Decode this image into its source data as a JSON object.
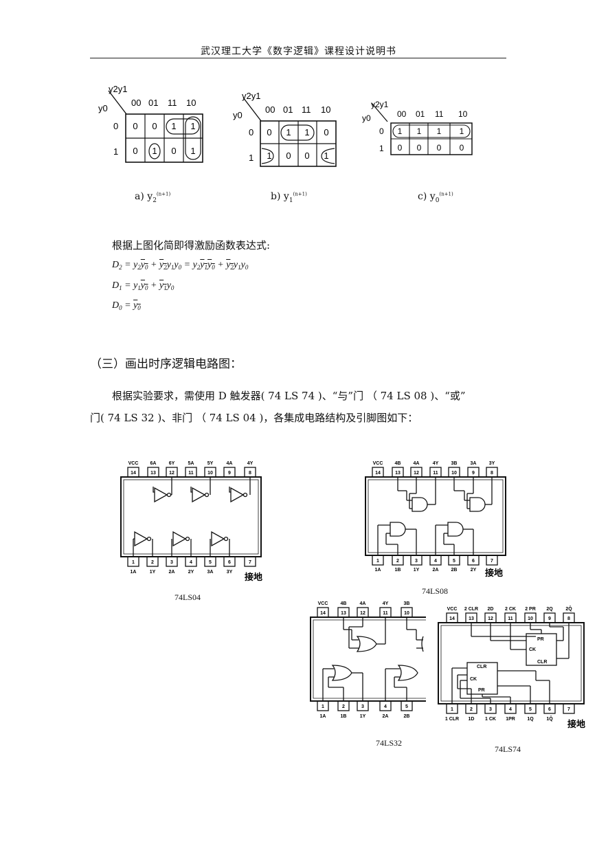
{
  "header": {
    "title": "武汉理工大学《数字逻辑》课程设计说明书"
  },
  "kmaps": [
    {
      "caption_prefix": "a)",
      "var": "y",
      "var_sub": "2",
      "var_sup": "(n+1)",
      "row_var": "y0",
      "col_var": "y2y1",
      "cols": [
        "00",
        "01",
        "11",
        "10"
      ],
      "rows": [
        "0",
        "1"
      ],
      "cells": [
        [
          "0",
          "0",
          "1",
          "1"
        ],
        [
          "0",
          "1",
          "0",
          "1"
        ]
      ]
    },
    {
      "caption_prefix": "b)",
      "var": "y",
      "var_sub": "1",
      "var_sup": "(n+1)",
      "row_var": "y0",
      "col_var": "y2y1",
      "cols": [
        "00",
        "01",
        "11",
        "10"
      ],
      "rows": [
        "0",
        "1"
      ],
      "cells": [
        [
          "0",
          "1",
          "1",
          "0"
        ],
        [
          "1",
          "0",
          "0",
          "1"
        ]
      ]
    },
    {
      "caption_prefix": "c)",
      "var": "y",
      "var_sub": "0",
      "var_sup": "(n+1)",
      "row_var": "y0",
      "col_var": "y2y1",
      "cols": [
        "00",
        "01",
        "11",
        "10"
      ],
      "rows": [
        "0",
        "1"
      ],
      "cells": [
        [
          "1",
          "1",
          "1",
          "1"
        ],
        [
          "0",
          "0",
          "0",
          "0"
        ]
      ]
    }
  ],
  "text": {
    "intro": "根据上图化简即得激励函数表达式:",
    "section": "（三）画出时序逻辑电路图：",
    "para_line1": "根据实验要求，需使用 D 触发器( 74 LS 74 )、“与”门 （ 74 LS 08 )、“或”",
    "para_line2": "门( 74 LS 32 )、非门 （ 74 LS 04 )，各集成电路结构及引脚图如下："
  },
  "equations": {
    "d2_lhs": "D",
    "d2_lhs_sub": "2",
    "d1_lhs": "D",
    "d1_lhs_sub": "1",
    "d0_lhs": "D",
    "d0_lhs_sub": "0"
  },
  "chips": [
    {
      "name": "74LS04",
      "top_pins": [
        "14",
        "13",
        "12",
        "11",
        "10",
        "9",
        "8"
      ],
      "top_labels": [
        "VCC",
        "6A",
        "6Y",
        "5A",
        "5Y",
        "4A",
        "4Y"
      ],
      "bottom_pins": [
        "1",
        "2",
        "3",
        "4",
        "5",
        "6",
        "7"
      ],
      "bottom_labels": [
        "1A",
        "1Y",
        "2A",
        "2Y",
        "3A",
        "3Y"
      ],
      "ground": "接地"
    },
    {
      "name": "74LS08",
      "top_pins": [
        "14",
        "13",
        "12",
        "11",
        "10",
        "9",
        "8"
      ],
      "top_labels": [
        "VCC",
        "4B",
        "4A",
        "4Y",
        "3B",
        "3A",
        "3Y"
      ],
      "bottom_pins": [
        "1",
        "2",
        "3",
        "4",
        "5",
        "6",
        "7"
      ],
      "bottom_labels": [
        "1A",
        "1B",
        "1Y",
        "2A",
        "2B",
        "2Y"
      ],
      "ground": "接地"
    },
    {
      "name": "74LS32",
      "top_pins": [
        "14",
        "13",
        "12",
        "11",
        "10"
      ],
      "top_labels": [
        "VCC",
        "4B",
        "4A",
        "4Y",
        "3B"
      ],
      "bottom_pins": [
        "1",
        "2",
        "3",
        "4",
        "5"
      ],
      "bottom_labels": [
        "1A",
        "1B",
        "1Y",
        "2A",
        "2B"
      ]
    },
    {
      "name": "74LS74",
      "top_pins": [
        "14",
        "13",
        "12",
        "11",
        "10",
        "9",
        "8"
      ],
      "top_labels": [
        "VCC",
        "2 CLR",
        "2D",
        "2 CK",
        "2 PR",
        "2Q",
        "2Q̄"
      ],
      "bottom_pins": [
        "1",
        "2",
        "3",
        "4",
        "5",
        "6",
        "7"
      ],
      "bottom_labels": [
        "1 CLR",
        "1D",
        "1 CK",
        "1PR",
        "1Q",
        "1Q̄"
      ],
      "ff_labels": [
        "PR",
        "CK",
        "CLR"
      ],
      "ground": "接地"
    }
  ]
}
